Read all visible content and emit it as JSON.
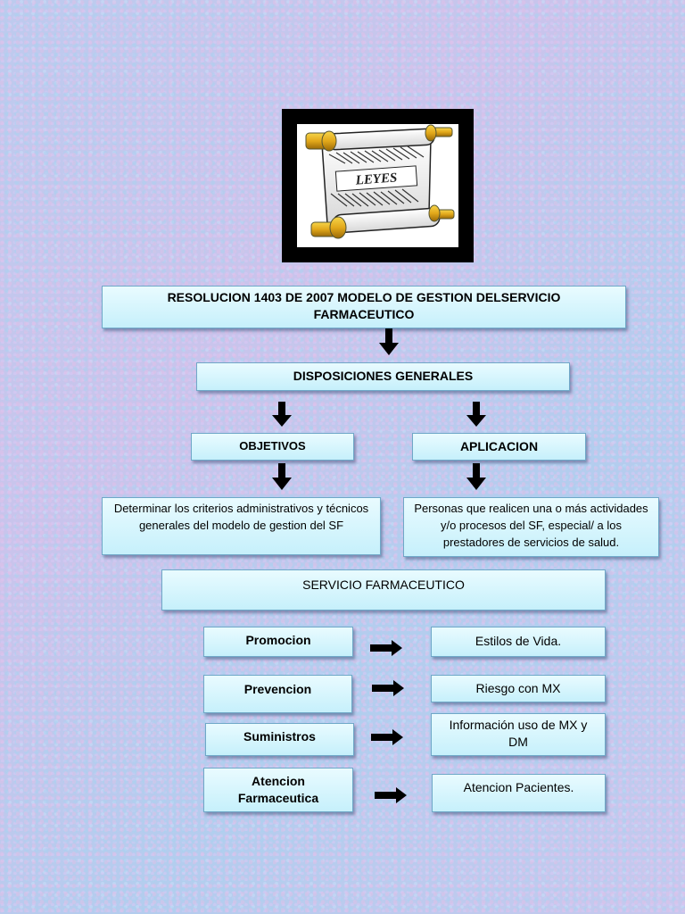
{
  "logo": {
    "text": "LEYES",
    "icon": "scroll-icon"
  },
  "title": "RESOLUCION 1403 DE 2007 MODELO DE GESTION DELSERVICIO FARMACEUTICO",
  "general": "DISPOSICIONES GENERALES",
  "objetivos": {
    "label": "OBJETIVOS",
    "description": "Determinar los criterios administrativos y técnicos  generales del modelo de gestion  del SF"
  },
  "aplicacion": {
    "label": "APLICACION",
    "description": "Personas que realicen una o más actividades y/o procesos del SF, especial/ a los prestadores de servicios de salud."
  },
  "servicio": "SERVICIO FARMACEUTICO",
  "services": [
    {
      "name": "Promocion",
      "detail": "Estilos de Vida."
    },
    {
      "name": "Prevencion",
      "detail": "Riesgo con MX"
    },
    {
      "name": "Suministros",
      "detail": "Información uso de MX y DM"
    },
    {
      "name": "Atencion Farmaceutica",
      "detail": "Atencion Pacientes."
    }
  ],
  "colors": {
    "box_top": "#e9fbff",
    "box_bottom": "#c6f0fb",
    "box_border": "#6fa8c8",
    "arrow": "#000000"
  }
}
